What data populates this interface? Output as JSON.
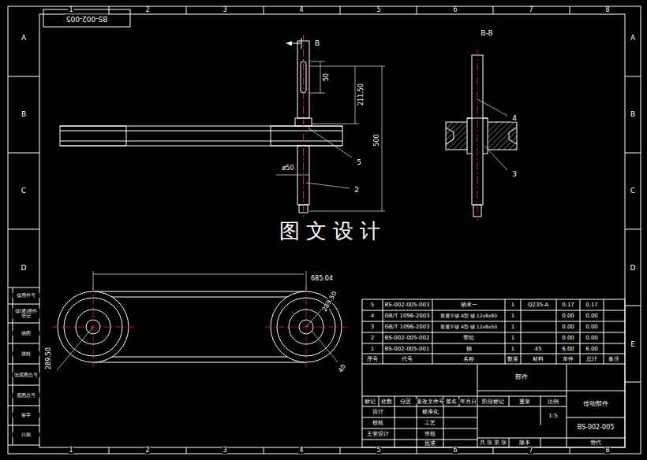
{
  "diagram": {
    "labels": [
      "BS-002-005",
      "1",
      "2",
      "3",
      "4",
      "5",
      "6",
      "7",
      "8",
      "1",
      "2",
      "3",
      "4",
      "5",
      "6",
      "7",
      "8",
      "A",
      "B",
      "C",
      "D",
      "A",
      "B",
      "C",
      "D",
      "E",
      "B",
      "50",
      "211.50",
      "500",
      "ø50",
      "5",
      "2",
      "B-B",
      "4",
      "3",
      "图 文 设 计",
      "685.04",
      "289.50",
      "289.50",
      "40",
      "5",
      "BS-002-005-003",
      "轴承一",
      "1",
      "Q235-A",
      "0.17",
      "0.17",
      "4",
      "GB/T 1096-2003",
      "普通平键 A型 键 12x8x80",
      "1",
      "0.00",
      "0.00",
      "3",
      "GB/T 1096-2003",
      "普通平键 A型 键 12x8x50",
      "1",
      "0.00",
      "0.00",
      "2",
      "BS-002-005-002",
      "带轮",
      "1",
      "0.00",
      "0.00",
      "1",
      "BS-002-005-001",
      "轴",
      "1",
      "45",
      "6.00",
      "6.00",
      "序号",
      "代号",
      "名称",
      "数量",
      "材料",
      "单件",
      "总计",
      "备注",
      "部件",
      "标记",
      "处数",
      "分区",
      "更改文件号",
      "签名",
      "年月日",
      "设计",
      "标准化",
      "校核",
      "工艺",
      "主管设计",
      "审核",
      "批准",
      "阶段标记",
      "重量",
      "比例",
      "1:5",
      "共 张 第 张",
      "版本",
      "替代",
      "传动部件",
      "BS-002-005",
      "借用件号",
      "借(通)用件登记",
      "描图",
      "描校",
      "旧底图总号",
      "底图总号",
      "签字",
      "日期"
    ]
  }
}
